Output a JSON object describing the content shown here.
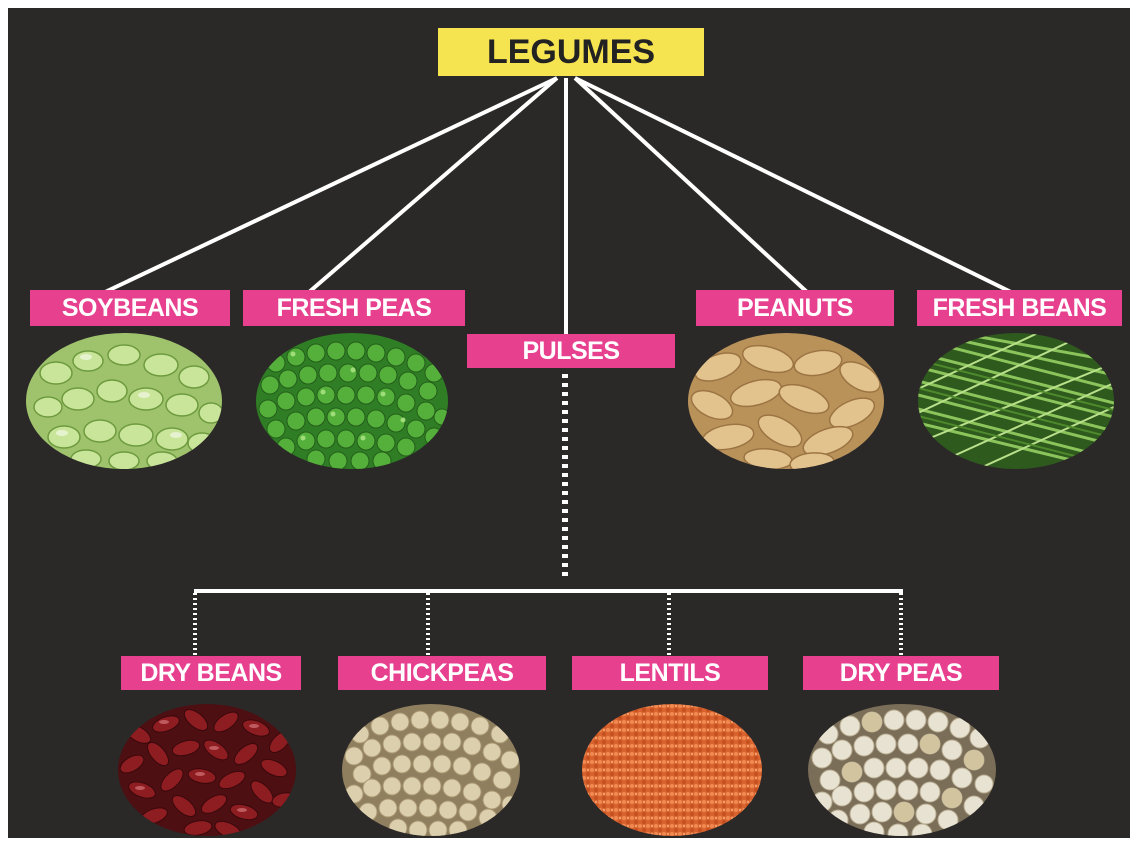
{
  "root": {
    "label": "LEGUMES"
  },
  "categories": {
    "soybeans": "SOYBEANS",
    "fresh_peas": "FRESH PEAS",
    "pulses": "PULSES",
    "peanuts": "PEANUTS",
    "fresh_beans": "FRESH BEANS"
  },
  "pulses_children": {
    "dry_beans": "DRY BEANS",
    "chickpeas": "CHICKPEAS",
    "lentils": "LENTILS",
    "dry_peas": "DRY PEAS"
  },
  "colors": {
    "background": "#2b2928",
    "title_fill": "#f5e34f",
    "label_fill": "#e6408f",
    "connector": "#ffffff"
  }
}
